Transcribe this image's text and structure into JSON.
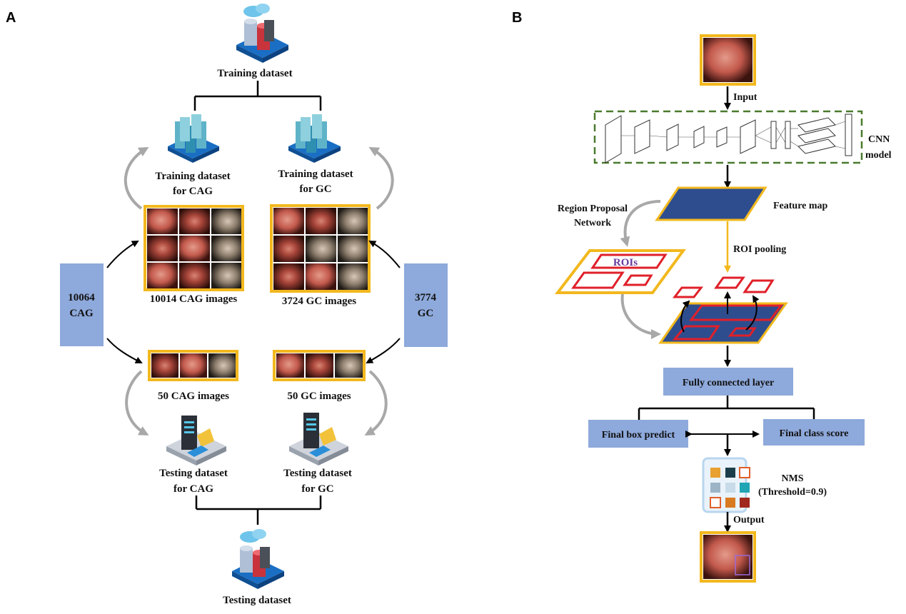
{
  "panels": {
    "a": "A",
    "b": "B"
  },
  "left": {
    "training_dataset": "Training dataset",
    "train_cag_line1": "Training dataset",
    "train_cag_line2": "for CAG",
    "train_gc_line1": "Training dataset",
    "train_gc_line2": "for GC",
    "cag_images": "10014 CAG images",
    "gc_images": "3724 GC images",
    "box_cag_line1": "10064",
    "box_cag_line2": "CAG",
    "box_gc_line1": "3774",
    "box_gc_line2": "GC",
    "test_cag_images": "50 CAG images",
    "test_gc_images": "50 GC images",
    "test_cag_line1": "Testing dataset",
    "test_cag_line2": "for CAG",
    "test_gc_line1": "Testing dataset",
    "test_gc_line2": "for GC",
    "testing_dataset": "Testing dataset"
  },
  "right": {
    "input": "Input",
    "cnn_line1": "CNN",
    "cnn_line2": "model",
    "rpn_line1": "Region Proposal",
    "rpn_line2": "Network",
    "feature_map": "Feature map",
    "roi_pooling": "ROI pooling",
    "rois": "ROIs",
    "fc_layer": "Fully connected layer",
    "box_predict": "Final box predict",
    "class_score": "Final class score",
    "nms": "NMS",
    "threshold": "(Threshold=0.9)",
    "output": "Output"
  },
  "colors": {
    "frame": "#f2b81e",
    "box_fill": "#8ea9db",
    "feature_map": "#2e4d8e",
    "roi": "#e0202a",
    "cnn_border": "#4a7a2e",
    "arrow_gray": "#a0a0a0"
  }
}
